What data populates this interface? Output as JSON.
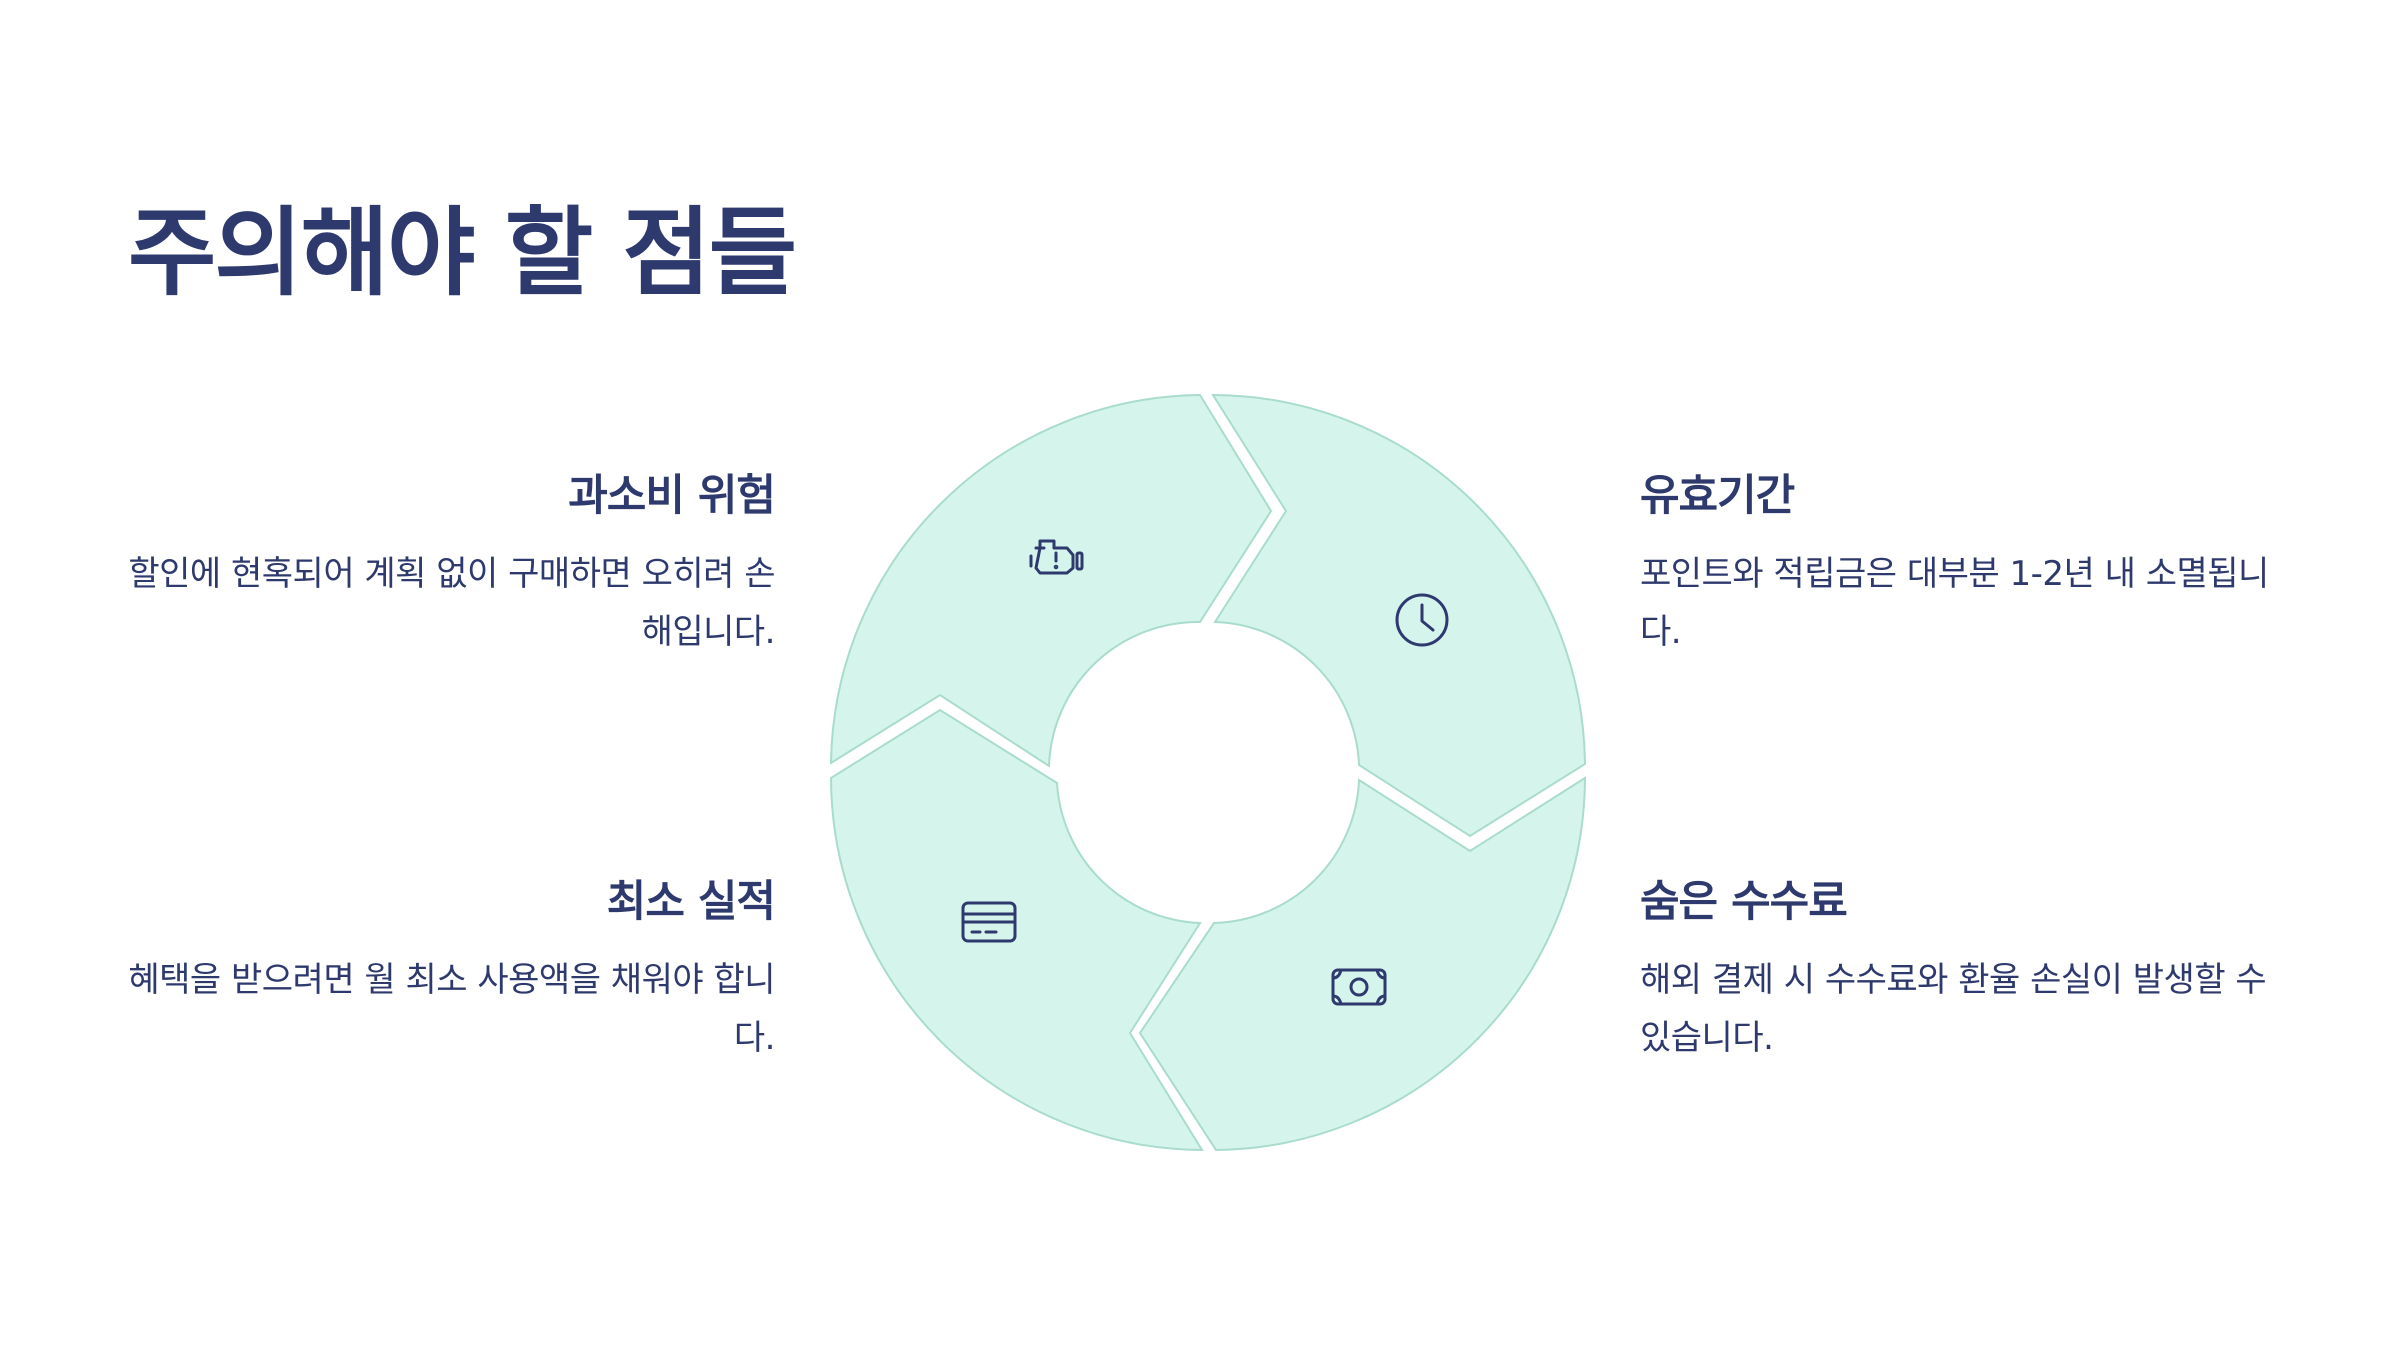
{
  "title": "주의해야 할 점들",
  "colors": {
    "accent": "#2e3a6e",
    "segment_fill": "#d5f4ec",
    "segment_stroke": "#a9dccd",
    "background": "#ffffff"
  },
  "items": [
    {
      "heading": "과소비 위험",
      "text": "할인에 현혹되어 계획 없이 구매하면 오히려 손해입니다.",
      "icon": "engine-warning-icon"
    },
    {
      "heading": "유효기간",
      "text": "포인트와 적립금은 대부분 1-2년 내 소멸됩니다.",
      "icon": "clock-icon"
    },
    {
      "heading": "숨은 수수료",
      "text": "해외 결제 시 수수료와 환율 손실이 발생할 수 있습니다.",
      "icon": "banknote-icon"
    },
    {
      "heading": "최소 실적",
      "text": "혜택을 받으려면 월 최소 사용액을 채워야 합니다.",
      "icon": "credit-card-icon"
    }
  ]
}
